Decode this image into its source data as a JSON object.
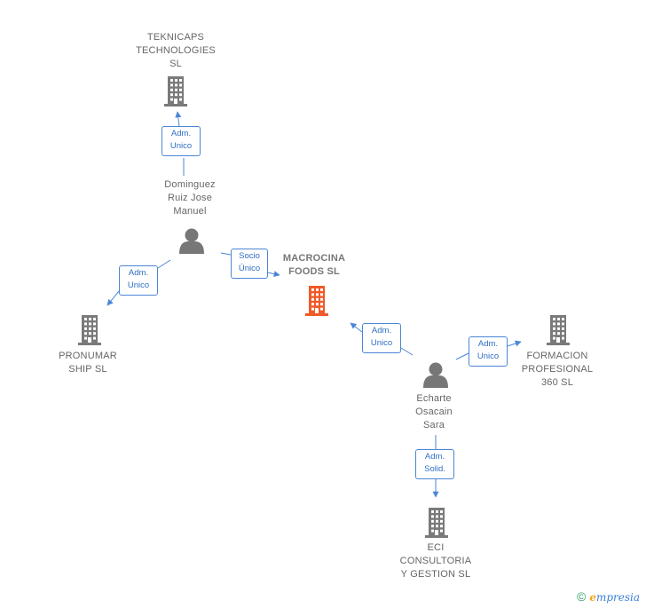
{
  "colors": {
    "edge": "#4a86d6",
    "company_icon": "#7a7a7a",
    "focus_company_icon": "#f05a28",
    "person_icon": "#777777"
  },
  "nodes": {
    "teknicaps": {
      "type": "company",
      "label": [
        "TEKNICAPS",
        "TECHNOLOGIES",
        "SL"
      ]
    },
    "dominguez": {
      "type": "person",
      "label": [
        "Dominguez",
        "Ruiz Jose",
        "Manuel"
      ]
    },
    "macrocina": {
      "type": "company",
      "focus": true,
      "label": [
        "MACROCINA",
        "FOODS  SL"
      ]
    },
    "pronumar": {
      "type": "company",
      "label": [
        "PRONUMAR",
        "SHIP  SL"
      ]
    },
    "echarte": {
      "type": "person",
      "label": [
        "Echarte",
        "Osacain",
        "Sara"
      ]
    },
    "formacion": {
      "type": "company",
      "label": [
        "FORMACION",
        "PROFESIONAL",
        "360 SL"
      ]
    },
    "eci": {
      "type": "company",
      "label": [
        "ECI",
        "CONSULTORIA",
        "Y GESTION  SL"
      ]
    }
  },
  "edges": [
    {
      "from": "dominguez",
      "to": "teknicaps",
      "label": [
        "Adm.",
        "Unico"
      ]
    },
    {
      "from": "dominguez",
      "to": "pronumar",
      "label": [
        "Adm.",
        "Unico"
      ]
    },
    {
      "from": "dominguez",
      "to": "macrocina",
      "label": [
        "Socio",
        "Único"
      ]
    },
    {
      "from": "echarte",
      "to": "macrocina",
      "label": [
        "Adm.",
        "Unico"
      ]
    },
    {
      "from": "echarte",
      "to": "formacion",
      "label": [
        "Adm.",
        "Unico"
      ]
    },
    {
      "from": "echarte",
      "to": "eci",
      "label": [
        "Adm.",
        "Solid."
      ]
    }
  ],
  "footer": {
    "copyright": "©",
    "brand_initial": "e",
    "brand_rest": "mpresia"
  }
}
